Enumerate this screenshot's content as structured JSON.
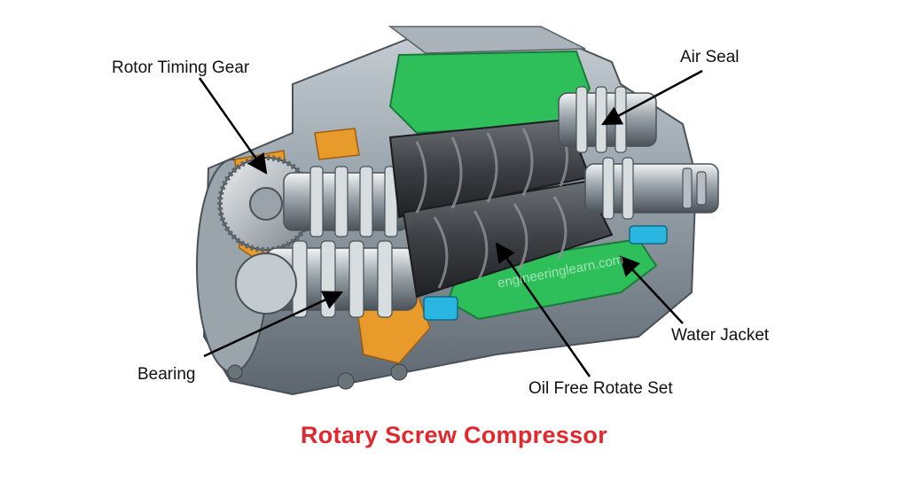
{
  "diagram": {
    "title": "Rotary Screw Compressor",
    "watermark": "engineeringlearn.com",
    "labels": {
      "rotor_timing_gear": "Rotor Timing Gear",
      "air_seal": "Air Seal",
      "water_jacket": "Water Jacket",
      "bearing": "Bearing",
      "oil_free_rotate_set": "Oil Free Rotate Set"
    }
  },
  "colors": {
    "title": "#e0282e",
    "casing": "#8f9aa3",
    "oil_chamber": "#e89a2a",
    "water_chamber": "#2fbf5a",
    "coolant": "#29b6e0",
    "rotor": "#3c3f43"
  }
}
